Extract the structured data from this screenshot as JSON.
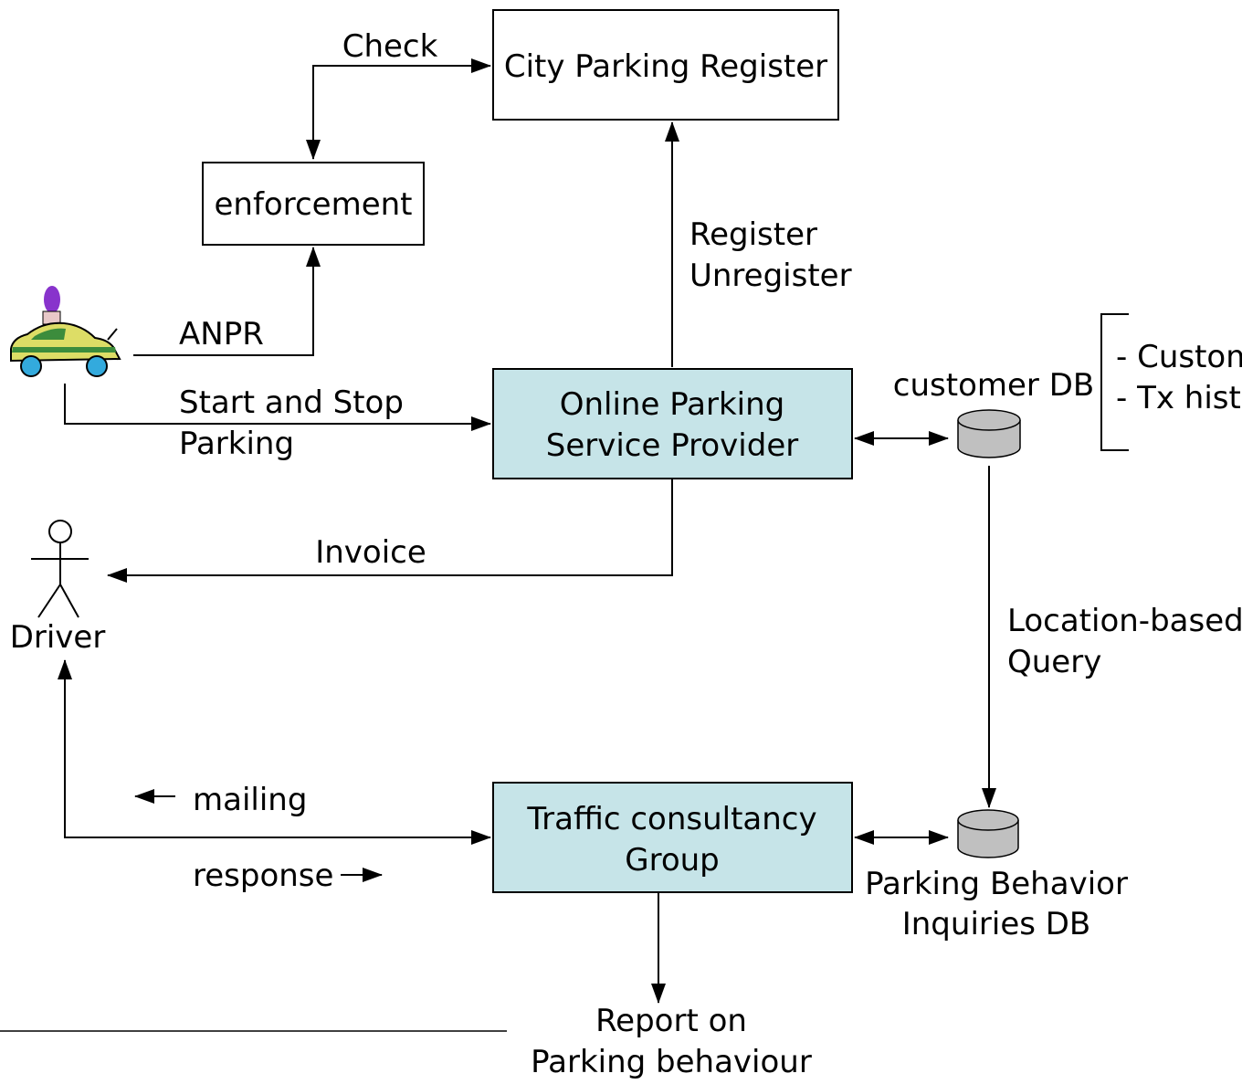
{
  "nodes": {
    "city_register": "City Parking Register",
    "enforcement": "enforcement",
    "provider": [
      "Online Parking",
      "Service Provider"
    ],
    "consultancy": [
      "Traffic consultancy",
      "Group"
    ],
    "driver": "Driver",
    "customer_db": "customer DB",
    "behavior_db": [
      "Parking Behavior",
      "Inquiries DB"
    ],
    "report": [
      "Report on",
      "Parking behaviour"
    ]
  },
  "edges": {
    "check": "Check",
    "anpr": "ANPR",
    "start_stop": [
      "Start and Stop",
      "Parking"
    ],
    "register": [
      "Register",
      "Unregister"
    ],
    "invoice": "Invoice",
    "location_query": [
      "Location-based",
      "Query"
    ],
    "mailing": "mailing",
    "response": "response"
  },
  "customer_db_fields": [
    "- Customer",
    "- Tx history"
  ],
  "colors": {
    "process_fill": "#c6e4e8",
    "db_fill": "#c0c0c0",
    "car_body": "#dddd66",
    "car_stripe": "#3c8c3c",
    "car_wheel": "#33aadd",
    "beacon": "#8833cc"
  }
}
